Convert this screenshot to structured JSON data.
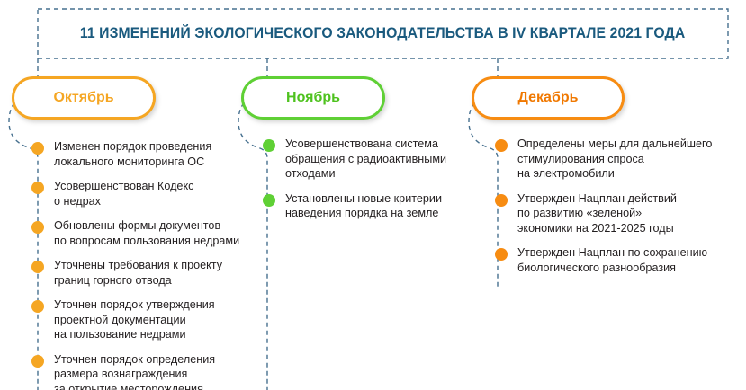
{
  "title": {
    "text": "11 ИЗМЕНЕНИЙ ЭКОЛОГИЧЕСКОГО ЗАКОНОДАТЕЛЬСТВА В IV КВАРТАЛЕ 2021 ГОДА",
    "color": "#1A5A7E"
  },
  "colors": {
    "title_text": "#1A5A7E",
    "connector_dash": "#46708F",
    "october": "#F5A623",
    "november": "#5FD035",
    "november_text": "#4FC21F",
    "december": "#F78C12",
    "december_text": "#F07800",
    "body_text": "#231F20",
    "background": "#FFFFFF"
  },
  "columns": [
    {
      "id": "october",
      "month_label": "Октябрь",
      "accent": "#F5A623",
      "items": [
        {
          "lines": [
            "Изменен порядок проведения",
            "локального мониторинга ОС"
          ]
        },
        {
          "lines": [
            "Усовершенствован Кодекс",
            "о недрах"
          ]
        },
        {
          "lines": [
            "Обновлены формы документов",
            "по вопросам пользования недрами"
          ]
        },
        {
          "lines": [
            "Уточнены требования к проекту",
            "границ горного отвода"
          ]
        },
        {
          "lines": [
            "Уточнен порядок утверждения",
            "проектной документации",
            "на пользование недрами"
          ]
        },
        {
          "lines": [
            "Уточнен порядок определения",
            "размера вознаграждения",
            "за открытие месторождения"
          ]
        }
      ]
    },
    {
      "id": "november",
      "month_label": "Ноябрь",
      "accent": "#5FD035",
      "items": [
        {
          "lines": [
            "Усовершенствована система",
            "обращения с радиоактивными",
            "отходами"
          ]
        },
        {
          "lines": [
            "Установлены новые критерии",
            "наведения порядка на земле"
          ]
        }
      ]
    },
    {
      "id": "december",
      "month_label": "Декабрь",
      "accent": "#F78C12",
      "items": [
        {
          "lines": [
            "Определены меры для дальнейшего",
            "стимулирования спроса",
            "на электромобили"
          ]
        },
        {
          "lines": [
            "Утвержден Нацплан действий",
            "по развитию «зеленой»",
            "экономики на 2021-2025 годы"
          ]
        },
        {
          "lines": [
            "Утвержден Нацплан по сохранению",
            "биологического разнообразия"
          ]
        }
      ]
    }
  ]
}
